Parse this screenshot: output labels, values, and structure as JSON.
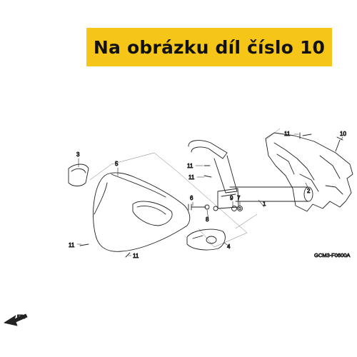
{
  "banner": {
    "text": "Na obrázku díl číslo 10"
  },
  "callouts": [
    {
      "id": "c1",
      "label": "1"
    },
    {
      "id": "c2",
      "label": "2"
    },
    {
      "id": "c3",
      "label": "3"
    },
    {
      "id": "c4",
      "label": "4"
    },
    {
      "id": "c5",
      "label": "5"
    },
    {
      "id": "c6",
      "label": "6"
    },
    {
      "id": "c7",
      "label": "7"
    },
    {
      "id": "c8",
      "label": "8"
    },
    {
      "id": "c9",
      "label": "9"
    },
    {
      "id": "c10",
      "label": "10"
    },
    {
      "id": "c11a",
      "label": "11"
    },
    {
      "id": "c11b",
      "label": "11"
    },
    {
      "id": "c11c",
      "label": "11"
    },
    {
      "id": "c11d",
      "label": "11"
    },
    {
      "id": "c11e",
      "label": "11"
    }
  ],
  "diagram_code": "GCM3-F0600A",
  "direction_label": "FR.",
  "colors": {
    "banner": "#f5c518",
    "line": "#222222"
  }
}
